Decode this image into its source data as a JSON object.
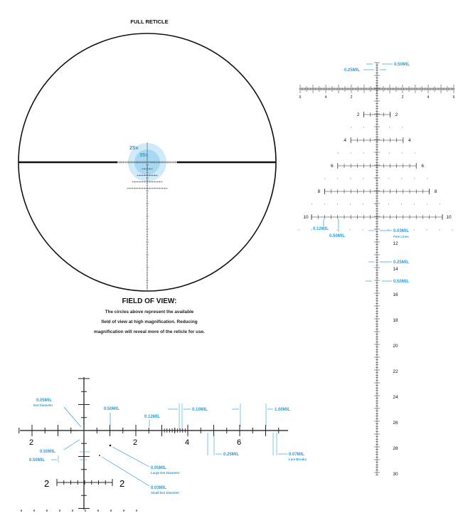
{
  "full_reticle": {
    "title": "FULL RETICLE",
    "magnification_25": "25x",
    "magnification_35": "35x"
  },
  "field_of_view": {
    "title": "FIELD OF VIEW:",
    "line1": "The circles above represent the available",
    "line2": "field of view at high magnification. Reducing",
    "line3": "magnification will reveal more of the reticle for use."
  },
  "right_reticle": {
    "top_labels": {
      "mil_050": "0.50MIL",
      "mil_025": "0.25MIL"
    },
    "horizontal_numbers": [
      "6",
      "4",
      "2",
      "2",
      "4",
      "6"
    ],
    "hash_levels": [
      "2",
      "4",
      "6",
      "8",
      "10"
    ],
    "left_callouts": {
      "mil_012": "0.12MIL",
      "mil_050": "0.50MIL"
    },
    "right_callouts": {
      "fine_lines_value": "0.03MIL",
      "fine_lines_caption": "Fine Lines",
      "mil_025": "0.25MIL",
      "mil_050": "0.50MIL"
    },
    "stadia_numbers": [
      "12",
      "14",
      "16",
      "18",
      "20",
      "22",
      "24",
      "26",
      "28",
      "30"
    ]
  },
  "detail": {
    "dot_diameter_value": "0.05MIL",
    "dot_diameter_caption": "Dot Diameter",
    "mil_050_top": "0.50MIL",
    "mil_012": "0.12MIL",
    "mil_010": "0.10MIL",
    "mil_100": "1.00MIL",
    "left_mil_050_a": "0.50MIL",
    "left_mil_050_b": "0.50MIL",
    "mil_025": "0.25MIL",
    "line_breaks_value": "0.07MIL",
    "line_breaks_caption": "Line Breaks",
    "large_dot_value": "0.05MIL",
    "large_dot_caption": "Large Dot Diameter",
    "small_dot_value": "0.03MIL",
    "small_dot_caption": "Small Dot Diameter",
    "numbers": [
      "2",
      "2",
      "4",
      "6",
      "2",
      "2"
    ]
  },
  "colors": {
    "accent": "#2b9fd9",
    "ink": "#111111",
    "glow": "#bfe3f6"
  }
}
